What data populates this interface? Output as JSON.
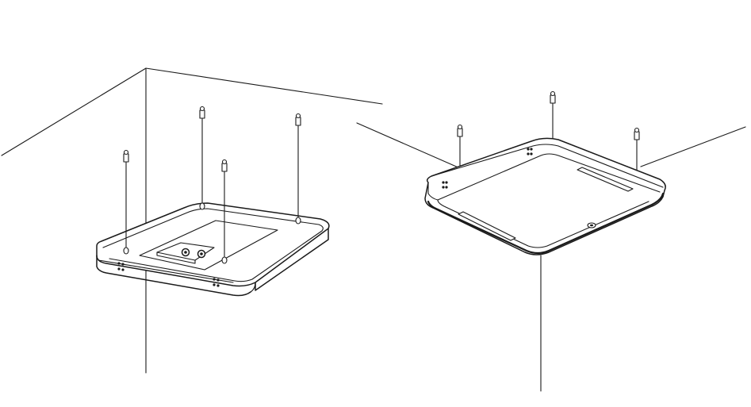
{
  "figure": {
    "views": [
      {
        "id": "view-left",
        "orientation": "top-view"
      },
      {
        "id": "view-right",
        "orientation": "bottom-view"
      }
    ],
    "colors": {
      "line": "#1a1a1a",
      "background": "#ffffff"
    }
  }
}
